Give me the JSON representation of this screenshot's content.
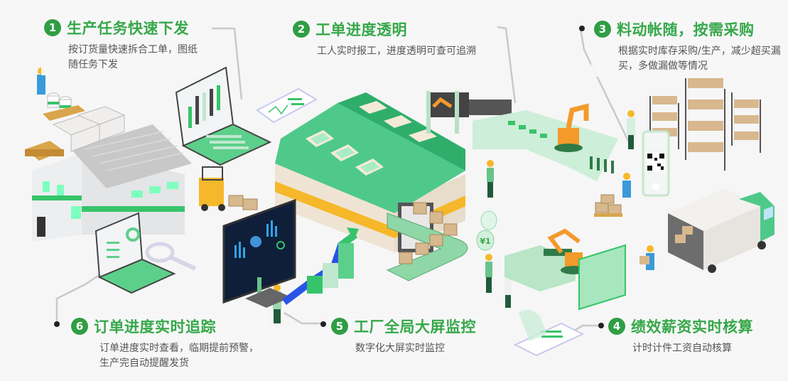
{
  "features": [
    {
      "number": "1",
      "title": "生产任务快速下发",
      "description": "按订货量快速拆合工单，图纸随任务下发"
    },
    {
      "number": "2",
      "title": "工单进度透明",
      "description": "工人实时报工，进度透明可查可追溯"
    },
    {
      "number": "3",
      "title": "料动帐随，按需采购",
      "description": "根据实时库存采购/生产，减少超买漏买，多做漏做等情况"
    },
    {
      "number": "4",
      "title": "绩效薪资实时核算",
      "description": "计时计件工资自动核算"
    },
    {
      "number": "5",
      "title": "工厂全局大屏监控",
      "description": "数字化大屏实时监控"
    },
    {
      "number": "6",
      "title": "订单进度实时追踪",
      "description": "订单进度实时查看，临期提前预警，生产完自动提醒发货"
    }
  ],
  "illustration": {
    "coin_label": "¥1",
    "colors": {
      "brand_green": "#36a84a",
      "badge_green": "#2f9e44",
      "roof_green": "#4fc98a",
      "light_green": "#bfe8cf",
      "accent_orange": "#f39a2b",
      "accent_yellow": "#f6b82a",
      "box_tan": "#d8b88e",
      "screen_dark": "#0f1f3a",
      "background": "#f6f6f6"
    }
  }
}
